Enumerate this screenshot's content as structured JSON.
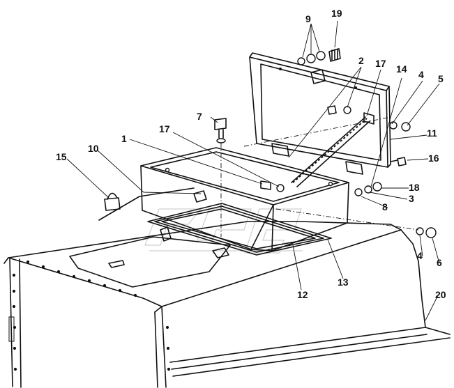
{
  "diagram": {
    "callouts": [
      {
        "id": "c1",
        "text": "1"
      },
      {
        "id": "c2",
        "text": "2"
      },
      {
        "id": "c3",
        "text": "3"
      },
      {
        "id": "c4a",
        "text": "4"
      },
      {
        "id": "c4b",
        "text": "4"
      },
      {
        "id": "c5",
        "text": "5"
      },
      {
        "id": "c6",
        "text": "6"
      },
      {
        "id": "c7",
        "text": "7"
      },
      {
        "id": "c8",
        "text": "8"
      },
      {
        "id": "c9",
        "text": "9"
      },
      {
        "id": "c10",
        "text": "10"
      },
      {
        "id": "c11",
        "text": "11"
      },
      {
        "id": "c12",
        "text": "12"
      },
      {
        "id": "c13",
        "text": "13"
      },
      {
        "id": "c14",
        "text": "14"
      },
      {
        "id": "c15",
        "text": "15"
      },
      {
        "id": "c16",
        "text": "16"
      },
      {
        "id": "c17a",
        "text": "17"
      },
      {
        "id": "c17b",
        "text": "17"
      },
      {
        "id": "c18",
        "text": "18"
      },
      {
        "id": "c19",
        "text": "19"
      },
      {
        "id": "c20",
        "text": "20"
      }
    ]
  }
}
